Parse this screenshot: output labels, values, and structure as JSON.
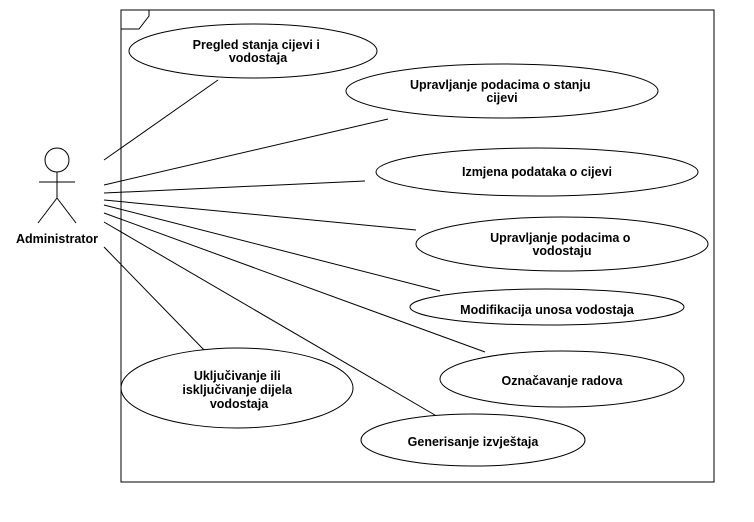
{
  "actor": {
    "name": "Administrator"
  },
  "use_cases": [
    {
      "id": "uc1",
      "lines": [
        "Pregled stanja cijevi i",
        "vodostaja"
      ]
    },
    {
      "id": "uc2",
      "lines": [
        "Upravljanje podacima o stanju",
        "cijevi"
      ]
    },
    {
      "id": "uc3",
      "lines": [
        "Izmjena podataka o cijevi"
      ]
    },
    {
      "id": "uc4",
      "lines": [
        "Upravljanje podacima o",
        "vodostaju"
      ]
    },
    {
      "id": "uc5",
      "lines": [
        "Modifikacija unosa vodostaja"
      ]
    },
    {
      "id": "uc6",
      "lines": [
        "Označavanje radova"
      ]
    },
    {
      "id": "uc7",
      "lines": [
        "Uključivanje ili",
        "isključivanje dijela",
        "vodostaja"
      ]
    },
    {
      "id": "uc8",
      "lines": [
        "Generisanje izvještaja"
      ]
    }
  ]
}
